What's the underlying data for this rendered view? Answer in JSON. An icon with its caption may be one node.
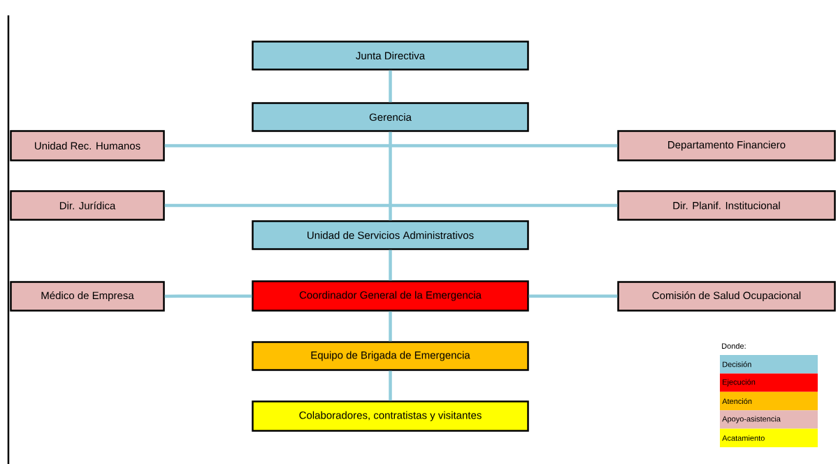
{
  "diagram": {
    "nodes": [
      {
        "text": [
          "Junta Directiva"
        ]
      },
      {
        "text": [
          "Gerencia"
        ]
      },
      {
        "text": [
          "Unidad Rec. Humanos"
        ]
      },
      {
        "text": [
          "Departamento Financiero"
        ]
      },
      {
        "text": [
          "Dir. Jurídica"
        ]
      },
      {
        "text": [
          "Dir. Planif. Institucional"
        ]
      },
      {
        "text": [
          "Unidad de Servicios Administrativos"
        ]
      },
      {
        "text": [
          "Médico de Empresa"
        ]
      },
      {
        "text": [
          "Coordinador General de la Emergencia"
        ]
      },
      {
        "text": [
          "Comisión de Salud Ocupacional"
        ]
      },
      {
        "text": [
          "Equipo de Brigada de Emergencia"
        ]
      },
      {
        "text": [
          "Colaboradores, contratistas y visitantes"
        ]
      }
    ],
    "edges": [
      {
        "from": 0,
        "to": 1,
        "arrow": "none"
      },
      {
        "from": 2,
        "to": 3,
        "arrow": "none"
      },
      {
        "from": 4,
        "to": 5,
        "arrow": "none"
      },
      {
        "from": 1,
        "to": 6,
        "arrow": "none"
      },
      {
        "from": 6,
        "to": 8,
        "arrow": "none"
      },
      {
        "from": 7,
        "to": 8,
        "arrow": "none"
      },
      {
        "from": 8,
        "to": 9,
        "arrow": "none"
      },
      {
        "from": 8,
        "to": 10,
        "arrow": "none"
      },
      {
        "from": 10,
        "to": 11,
        "arrow": "none"
      }
    ],
    "labels": [
      "Donde:"
    ],
    "legend": [
      {
        "text": "Decisión",
        "color": "#92cddc"
      },
      {
        "text": "Ejecución",
        "color": "#ff0000"
      },
      {
        "text": "Atención",
        "color": "#ffc000"
      },
      {
        "text": "Apoyo-asistencia",
        "color": "#e6b8b7"
      },
      {
        "text": "Acatamiento",
        "color": "#ffff00"
      }
    ]
  }
}
